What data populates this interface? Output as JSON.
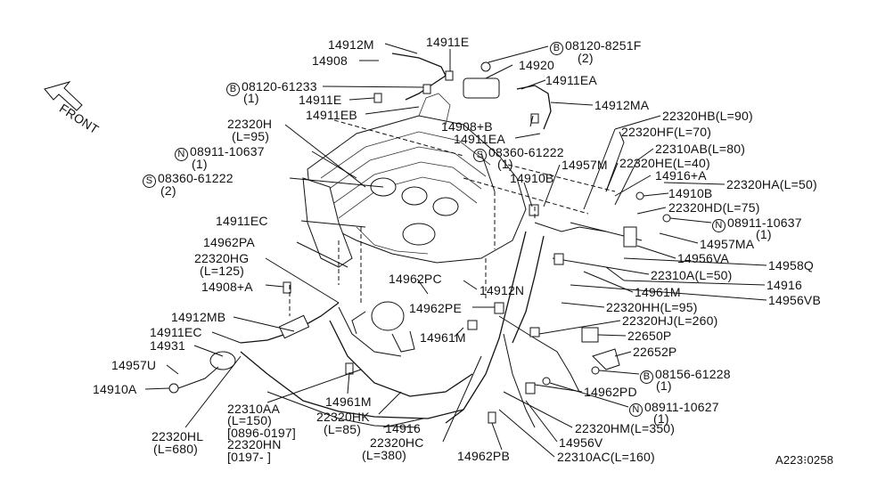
{
  "diagram": {
    "front_label": "FRONT",
    "footer_code": "A223⁝0258",
    "labels": {
      "p14912M": "14912M",
      "p14911E_top": "14911E",
      "b08120_8251F": "08120-8251F",
      "b08120_8251F_qty": "(2)",
      "p14908": "14908",
      "p14920": "14920",
      "b08120_61233": "08120-61233",
      "b08120_61233_qty": "(1)",
      "p14911EA_top": "14911EA",
      "p14911E_left": "14911E",
      "p14912MA": "14912MA",
      "p14911EB": "14911EB",
      "p14908B": "14908+B",
      "p22320H": "22320H",
      "p22320H_len": "(L=95)",
      "p14911EA_mid": "14911EA",
      "p22320HB": "22320HB(L=90)",
      "p22320HF": "22320HF(L=70)",
      "s08360_61222_mid": "08360-61222",
      "s08360_61222_mid_qty": "(1)",
      "n08911_10637_left": "08911-10637",
      "n08911_10637_left_qty": "(1)",
      "p22310AB": "22310AB(L=80)",
      "p14957M": "14957M",
      "p22320HE": "22320HE(L=40)",
      "s08360_61222_left": "08360-61222",
      "s08360_61222_left_qty": "(2)",
      "p14910B_mid": "14910B",
      "p14916A": "14916+A",
      "p22320HA": "22320HA(L=50)",
      "p14910B_right": "14910B",
      "p22320HD": "22320HD(L=75)",
      "p14911EC_top": "14911EC",
      "n08911_10637_right": "08911-10637",
      "n08911_10637_right_qty": "(1)",
      "p14962PA": "14962PA",
      "p14957MA": "14957MA",
      "p22320HG": "22320HG",
      "p22320HG_len": "(L=125)",
      "p14956VA": "14956VA",
      "p14958Q": "14958Q",
      "p14962PC": "14962PC",
      "p22310A": "22310A(L=50)",
      "p14908A": "14908+A",
      "p14916_right": "14916",
      "p14912N": "14912N",
      "p14961M_right": "14961M",
      "p14956VB": "14956VB",
      "p14962PE": "14962PE",
      "p22320HH": "22320HH(L=95)",
      "p14912MB": "14912MB",
      "p22320HJ": "22320HJ(L=260)",
      "p14911EC_left": "14911EC",
      "p14961M_mid": "14961M",
      "p22650P": "22650P",
      "p14931": "14931",
      "p22652P": "22652P",
      "p14957U": "14957U",
      "b08156_61228": "08156-61228",
      "b08156_61228_qty": "(1)",
      "p14910A": "14910A",
      "p14962PD": "14962PD",
      "p14961M_low": "14961M",
      "n08911_10627": "08911-10627",
      "n08911_10627_qty": "(1)",
      "p22310AA": "22310AA",
      "p22310AA_len": "(L=150)",
      "p22310AA_date": "[0896-0197]",
      "p22320HK": "22320HK",
      "p22320HK_len": "(L=85)",
      "p22320HL": "22320HL",
      "p22320HL_len": "(L=680)",
      "p22320HN": "22320HN",
      "p22320HN_date": "[0197-    ]",
      "p14916_low": "14916",
      "p22320HM": "22320HM(L=350)",
      "p22320HC": "22320HC",
      "p22320HC_len": "(L=380)",
      "p14956V": "14956V",
      "p14962PB": "14962PB",
      "p22310AC": "22310AC(L=160)"
    },
    "markers": {
      "bolt": "B",
      "screw": "S",
      "nut": "N"
    }
  }
}
